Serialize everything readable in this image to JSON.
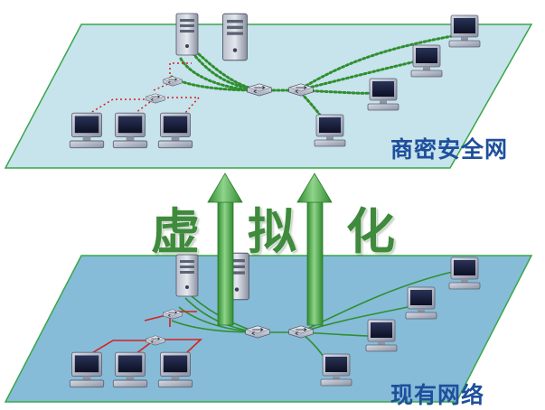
{
  "top_plane": {
    "label": "商密安全网",
    "fill": "#c7e3ec",
    "border": "#3aa64a"
  },
  "bottom_plane": {
    "label": "现有网络",
    "fill": "#86bcd8",
    "border": "#3aa64a"
  },
  "virtualize": {
    "chars": [
      "虚",
      "拟",
      "化"
    ],
    "color": "#3f8a3d"
  },
  "colors": {
    "link_green": "#2f8f2f",
    "link_red": "#d62020",
    "arrow_green": "#3ea83e"
  },
  "icons": {
    "server": "server-icon",
    "pc": "pc-icon",
    "switch": "switch-icon",
    "hub": "hub-icon"
  }
}
